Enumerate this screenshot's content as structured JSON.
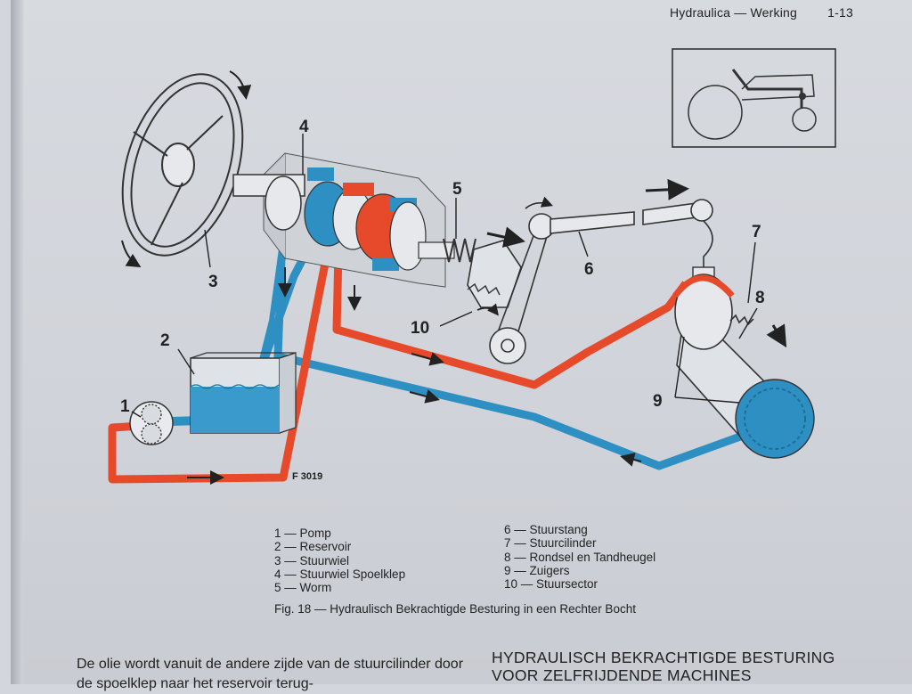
{
  "header": {
    "section": "Hydraulica — Werking",
    "page_number": "1-13"
  },
  "diagram": {
    "labels": [
      "1",
      "2",
      "3",
      "4",
      "5",
      "6",
      "7",
      "8",
      "9",
      "10"
    ],
    "figure_code": "F 3019",
    "colors": {
      "pressure": "#e64a2a",
      "return": "#2e8fc2",
      "line": "#333333"
    }
  },
  "legend": {
    "left": [
      "1 — Pomp",
      "2 — Reservoir",
      "3 — Stuurwiel",
      "4 — Stuurwiel Spoelklep",
      "5 — Worm"
    ],
    "right": [
      "6 — Stuurstang",
      "7 — Stuurcilinder",
      "8 — Rondsel en Tandheugel",
      "9 — Zuigers",
      "10 — Stuursector"
    ]
  },
  "caption": "Fig. 18 — Hydraulisch Bekrachtigde Besturing in een Rechter Bocht",
  "body_text": "De olie wordt vanuit de andere zijde van de stuurcilinder door de spoelklep naar het reservoir terug-",
  "section_heading": "HYDRAULISCH BEKRACHTIGDE BESTURING VOOR ZELFRIJDENDE MACHINES"
}
